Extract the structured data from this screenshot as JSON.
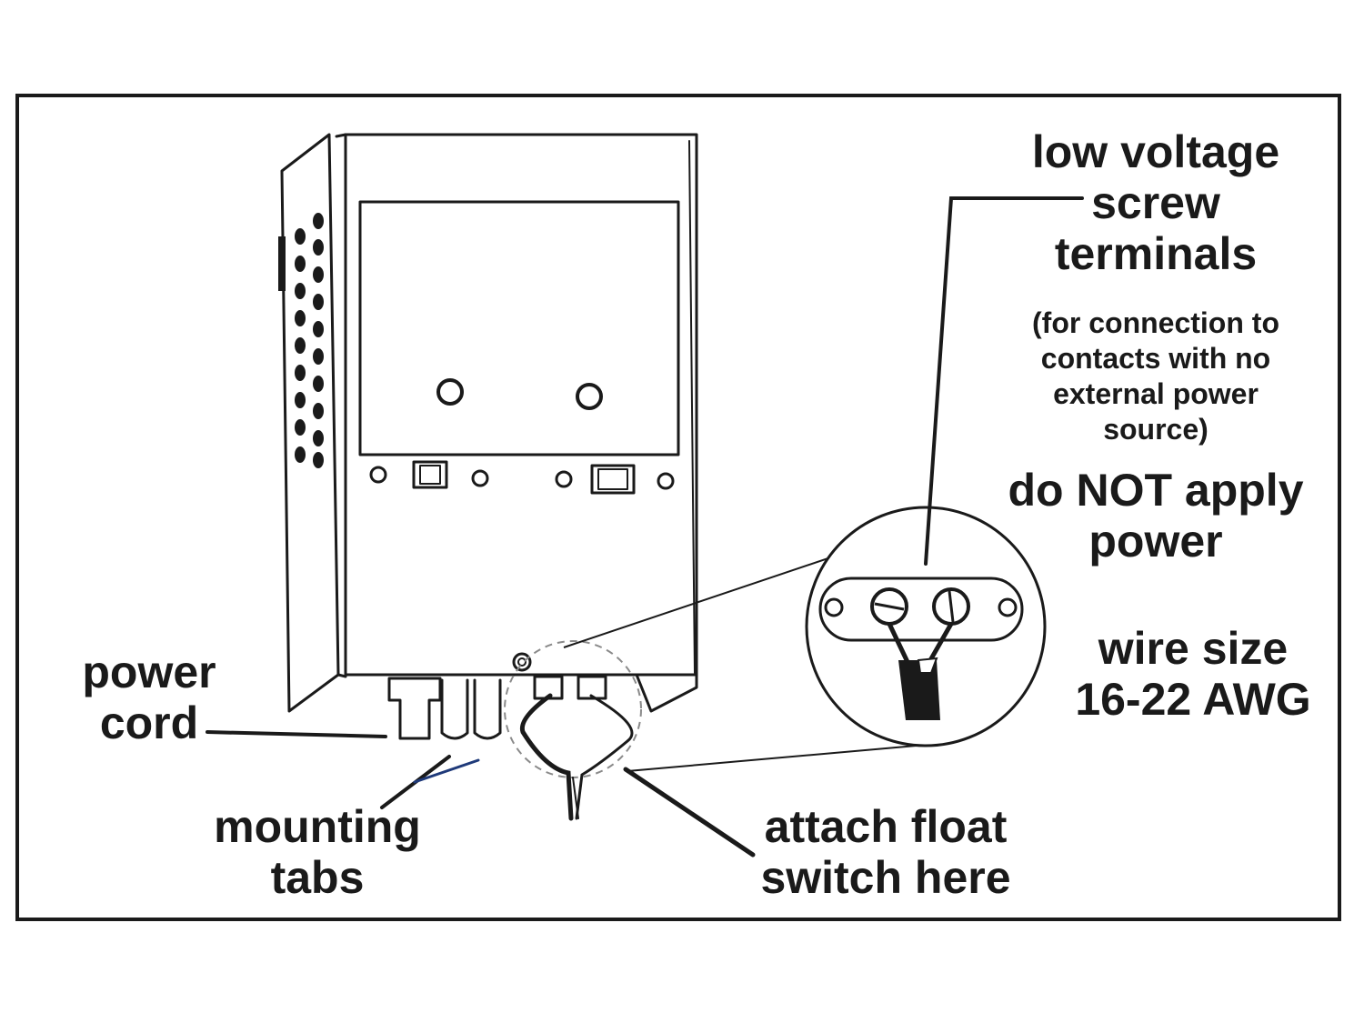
{
  "labels": {
    "terminals": [
      "low voltage",
      "screw",
      "terminals"
    ],
    "terminals_note": [
      "(for connection to",
      "contacts with no",
      "external power",
      "source)"
    ],
    "warning": [
      "do NOT apply",
      "power"
    ],
    "wire_size": [
      "wire size",
      "16-22 AWG"
    ],
    "power_cord": [
      "power",
      "cord"
    ],
    "mounting_tabs": [
      "mounting",
      "tabs"
    ],
    "float_switch": [
      "attach float",
      "switch here"
    ]
  },
  "colors": {
    "ink": "#1a1a1a",
    "leader_blue": "#1f3a7a",
    "dashed": "#8a8a8a"
  }
}
